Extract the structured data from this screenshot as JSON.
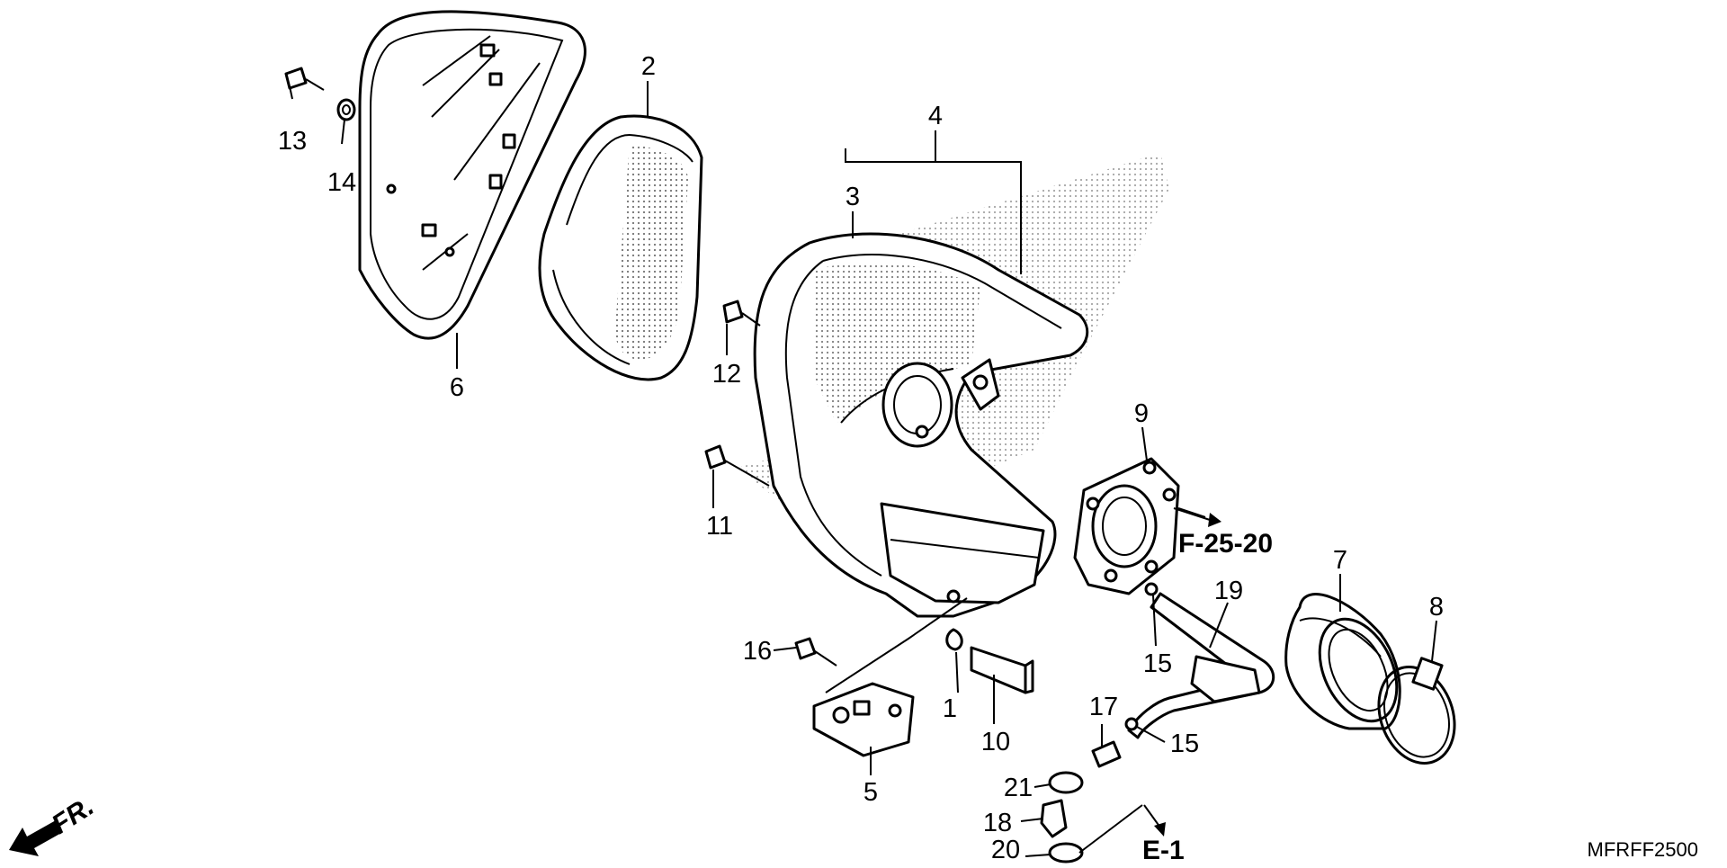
{
  "diagram": {
    "callouts": [
      {
        "id": "c1",
        "label": "1"
      },
      {
        "id": "c2",
        "label": "2"
      },
      {
        "id": "c3",
        "label": "3"
      },
      {
        "id": "c4",
        "label": "4"
      },
      {
        "id": "c5",
        "label": "5"
      },
      {
        "id": "c6",
        "label": "6"
      },
      {
        "id": "c7",
        "label": "7"
      },
      {
        "id": "c8",
        "label": "8"
      },
      {
        "id": "c9",
        "label": "9"
      },
      {
        "id": "c10",
        "label": "10"
      },
      {
        "id": "c11",
        "label": "11"
      },
      {
        "id": "c12",
        "label": "12"
      },
      {
        "id": "c13",
        "label": "13"
      },
      {
        "id": "c14",
        "label": "14"
      },
      {
        "id": "c15a",
        "label": "15"
      },
      {
        "id": "c15b",
        "label": "15"
      },
      {
        "id": "c16",
        "label": "16"
      },
      {
        "id": "c17",
        "label": "17"
      },
      {
        "id": "c18",
        "label": "18"
      },
      {
        "id": "c19",
        "label": "19"
      },
      {
        "id": "c20",
        "label": "20"
      },
      {
        "id": "c21",
        "label": "21"
      }
    ],
    "references": {
      "f": "F-25-20",
      "e": "E-1"
    },
    "front_indicator": "FR.",
    "drawing_code": "MFRFF2500"
  }
}
